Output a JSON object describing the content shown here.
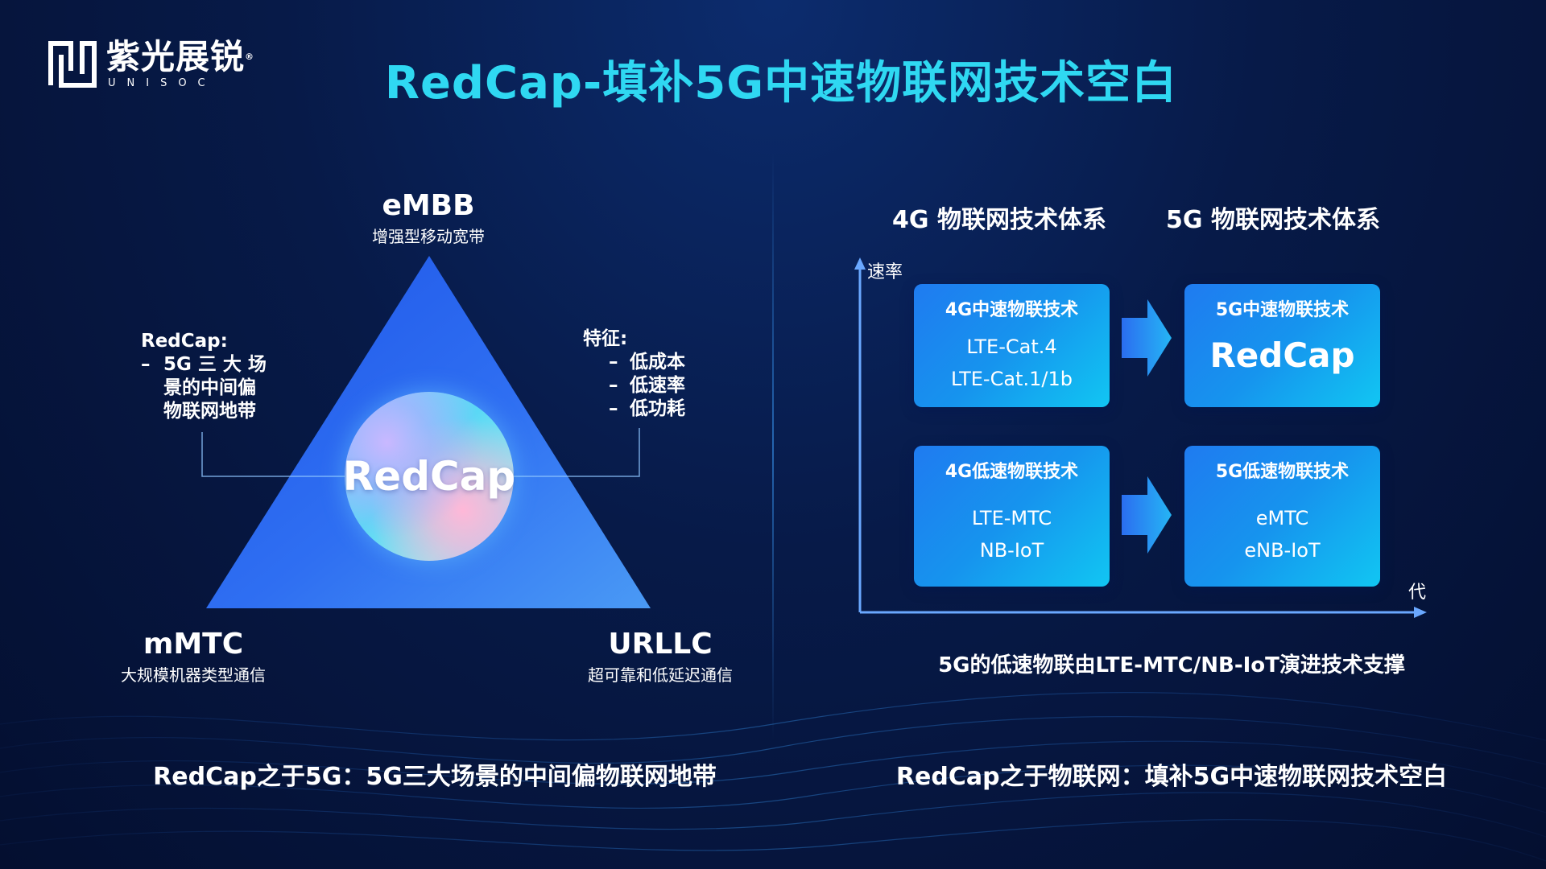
{
  "header": {
    "logo_cn": "紫光展锐",
    "logo_en": "UNISOC",
    "logo_reg": "®",
    "title": "RedCap-填补5G中速物联网技术空白"
  },
  "triangle": {
    "top": {
      "title": "eMBB",
      "subtitle": "增强型移动宽带"
    },
    "bottom_left": {
      "title": "mMTC",
      "subtitle": "大规模机器类型通信"
    },
    "bottom_right": {
      "title": "URLLC",
      "subtitle": "超可靠和低延迟通信"
    },
    "center_label": "RedCap"
  },
  "redcap_note": {
    "heading": "RedCap:",
    "dash": "–",
    "lines": [
      "5G 三 大 场",
      "景的中间偏",
      "物联网地带"
    ]
  },
  "feature_note": {
    "heading": "特征:",
    "dash": "–",
    "items": [
      "低成本",
      "低速率",
      "低功耗"
    ]
  },
  "diagram": {
    "system_4g": "4G 物联网技术体系",
    "system_5g": "5G 物联网技术体系",
    "axis_y": "速率",
    "axis_x": "代",
    "boxes": {
      "mid_4g": {
        "title": "4G中速物联技术",
        "lines": [
          "LTE-Cat.4",
          "LTE-Cat.1/1b"
        ]
      },
      "mid_5g": {
        "title": "5G中速物联技术",
        "big": "RedCap"
      },
      "low_4g": {
        "title": "4G低速物联技术",
        "lines": [
          "LTE-MTC",
          "NB-IoT"
        ]
      },
      "low_5g": {
        "title": "5G低速物联技术",
        "lines": [
          "eMTC",
          "eNB-IoT"
        ]
      }
    },
    "support_note": "5G的低速物联由LTE-MTC/NB-IoT演进技术支撑"
  },
  "captions": {
    "left": "RedCap之于5G：5G三大场景的中间偏物联网地带",
    "right": "RedCap之于物联网：填补5G中速物联网技术空白"
  },
  "colors": {
    "background": "#061a4a",
    "title": "#2fd8f2",
    "triangle": "#2f6df2",
    "box": "#1a8cf0",
    "arrow": "#27a8f5",
    "axis": "#6aa8ff"
  }
}
